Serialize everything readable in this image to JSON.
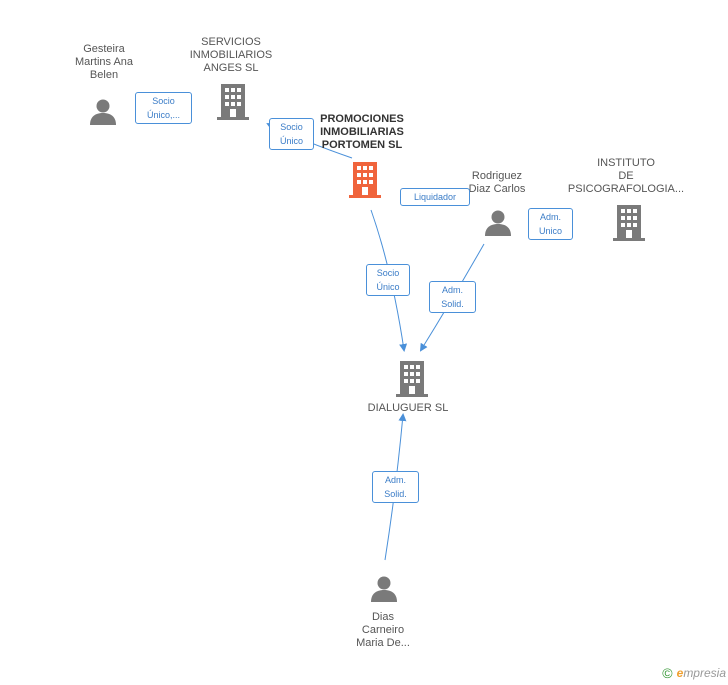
{
  "colors": {
    "person": "#7a7a7a",
    "company": "#7a7a7a",
    "company_highlight": "#f0643c",
    "edge": "#4a90d9",
    "edge_text": "#3a7cc7"
  },
  "nodes": {
    "gesteira": {
      "type": "person",
      "icon": "person-icon",
      "label": [
        "Gesteira",
        "Martins Ana",
        "Belen"
      ]
    },
    "servicios": {
      "type": "company",
      "icon": "building-icon",
      "label": [
        "SERVICIOS",
        "INMOBILIARIOS",
        "ANGES SL"
      ]
    },
    "promociones": {
      "type": "company",
      "icon": "building-icon",
      "highlight": true,
      "label": [
        "PROMOCIONES",
        "INMOBILIARIAS",
        "PORTOMEN SL"
      ]
    },
    "rodriguez": {
      "type": "person",
      "icon": "person-icon",
      "label": [
        "Rodriguez",
        "Diaz Carlos"
      ]
    },
    "instituto": {
      "type": "company",
      "icon": "building-icon",
      "label": [
        "INSTITUTO",
        "DE",
        "PSICOGRAFOLOGIA..."
      ]
    },
    "dialuguer": {
      "type": "company",
      "icon": "building-icon",
      "label": [
        "DIALUGUER SL"
      ]
    },
    "dias": {
      "type": "person",
      "icon": "person-icon",
      "label": [
        "Dias",
        "Carneiro",
        "Maria De..."
      ]
    }
  },
  "edges": {
    "e1": {
      "label": [
        "Socio",
        "Único,..."
      ]
    },
    "e2": {
      "label": [
        "Socio",
        "Único"
      ]
    },
    "e3": {
      "label": [
        "Liquidador"
      ]
    },
    "e4": {
      "label": [
        "Adm.",
        "Unico"
      ]
    },
    "e5": {
      "label": [
        "Socio",
        "Único"
      ]
    },
    "e6": {
      "label": [
        "Adm.",
        "Solid."
      ]
    },
    "e7": {
      "label": [
        "Adm.",
        "Solid."
      ]
    }
  },
  "footer": {
    "copyright": "©",
    "brand_initial": "e",
    "brand_rest": "mpresia"
  }
}
